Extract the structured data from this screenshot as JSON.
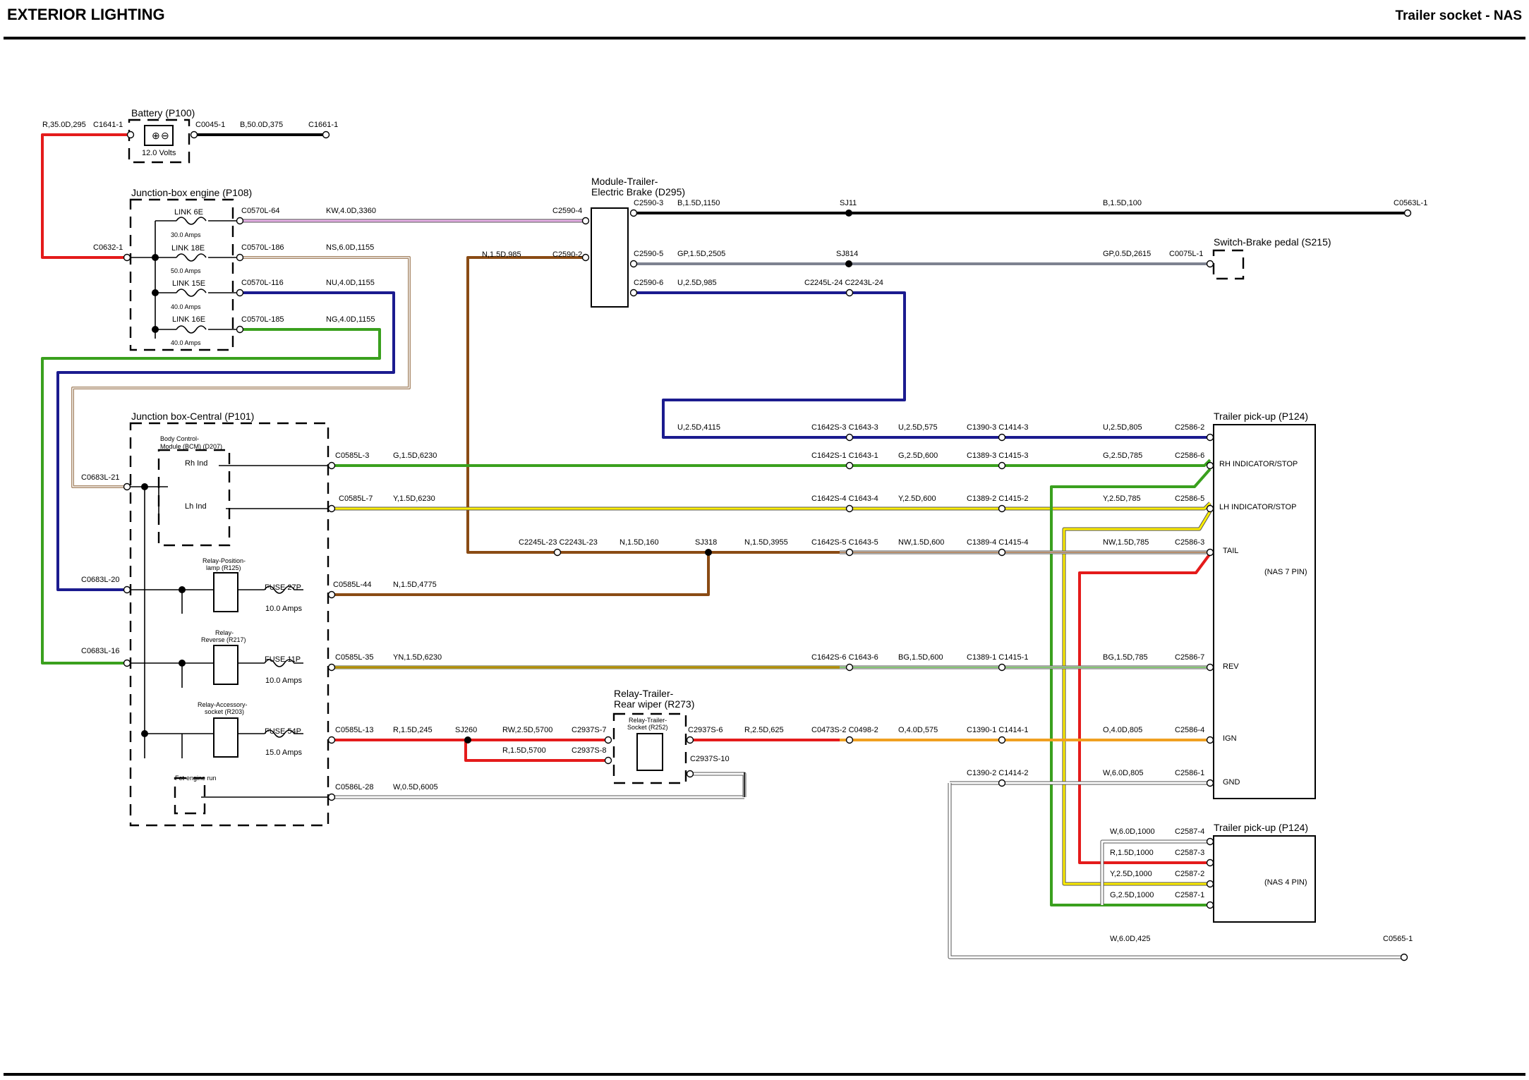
{
  "header": {
    "left": "EXTERIOR LIGHTING",
    "right": "Trailer socket - NAS"
  },
  "colors": {
    "red": "#e41b1b",
    "black": "#000000",
    "pink": "#e6b0e6",
    "brown": "#8a4b14",
    "tan": "#a88868",
    "navy": "#1b1b8f",
    "green": "#3aa01e",
    "yellow": "#ffee00",
    "grey": "#7d8290",
    "orange": "#f0a020",
    "white": "#ffffff"
  },
  "components": {
    "battery": "Battery (P100)",
    "battery_volts": "12.0 Volts",
    "jbe": "Junction-box engine (P108)",
    "jbc": "Junction box-Central (P101)",
    "bcm": [
      "Body Control-",
      "Module (BCM) (D207)"
    ],
    "rh_ind": "Rh Ind",
    "lh_ind": "Lh Ind",
    "relay_pos": [
      "Relay-Position-",
      "lamp (R125)"
    ],
    "relay_rev": [
      "Relay-",
      "Reverse (R217)"
    ],
    "relay_acc": [
      "Relay-Accessory-",
      "socket (R203)"
    ],
    "fet": "Fet-engine run",
    "module_brake": [
      "Module-Trailer-",
      "Electric Brake (D295)"
    ],
    "switch_brake": "Switch-Brake pedal (S215)",
    "relay_wiper": [
      "Relay-Trailer-",
      "Rear wiper (R273)"
    ],
    "relay_socket": [
      "Relay-Trailer-",
      "Socket (R252)"
    ],
    "trailer7": "Trailer pick-up (P124)",
    "trailer7_pins": [
      "RH INDICATOR/STOP",
      "LH INDICATOR/STOP",
      "TAIL",
      "REV",
      "IGN",
      "GND"
    ],
    "trailer7_type": "(NAS 7 PIN)",
    "trailer4": "Trailer pick-up (P124)",
    "trailer4_type": "(NAS 4 PIN)"
  },
  "fuses": [
    {
      "name": "LINK 6E",
      "rating": "30.0 Amps"
    },
    {
      "name": "LINK 18E",
      "rating": "50.0 Amps"
    },
    {
      "name": "LINK 15E",
      "rating": "40.0 Amps"
    },
    {
      "name": "LINK 16E",
      "rating": "40.0 Amps"
    },
    {
      "name": "FUSE 27P",
      "rating": "10.0 Amps"
    },
    {
      "name": "FUSE 11P",
      "rating": "10.0 Amps"
    },
    {
      "name": "FUSE 54P",
      "rating": "15.0 Amps"
    }
  ],
  "labels": [
    {
      "id": "l1",
      "text": "R,35.0D,295"
    },
    {
      "id": "l2",
      "text": "C1641-1"
    },
    {
      "id": "l3",
      "text": "C0045-1"
    },
    {
      "id": "l4",
      "text": "B,50.0D,375"
    },
    {
      "id": "l5",
      "text": "C1661-1"
    },
    {
      "id": "l6",
      "text": "C0632-1"
    },
    {
      "id": "l7",
      "text": "C0570L-64"
    },
    {
      "id": "l8",
      "text": "KW,4.0D,3360"
    },
    {
      "id": "l9",
      "text": "C0570L-186"
    },
    {
      "id": "l10",
      "text": "NS,6.0D,1155"
    },
    {
      "id": "l11",
      "text": "C0570L-116"
    },
    {
      "id": "l12",
      "text": "NU,4.0D,1155"
    },
    {
      "id": "l13",
      "text": "C0570L-185"
    },
    {
      "id": "l14",
      "text": "NG,4.0D,1155"
    },
    {
      "id": "l15",
      "text": "C2590-4"
    },
    {
      "id": "l16",
      "text": "N,1.5D,985"
    },
    {
      "id": "l17",
      "text": "C2590-2"
    },
    {
      "id": "l18",
      "text": "C2590-3"
    },
    {
      "id": "l19",
      "text": "B,1.5D,1150"
    },
    {
      "id": "l20",
      "text": "SJ11"
    },
    {
      "id": "l21",
      "text": "B,1.5D,100"
    },
    {
      "id": "l22",
      "text": "C0563L-1"
    },
    {
      "id": "l23",
      "text": "C2590-5"
    },
    {
      "id": "l24",
      "text": "GP,1.5D,2505"
    },
    {
      "id": "l25",
      "text": "SJ814"
    },
    {
      "id": "l26",
      "text": "GP,0.5D,2615"
    },
    {
      "id": "l27",
      "text": "C0075L-1"
    },
    {
      "id": "l28",
      "text": "C2590-6"
    },
    {
      "id": "l29",
      "text": "U,2.5D,985"
    },
    {
      "id": "l30",
      "text": "C2245L-24 C2243L-24"
    },
    {
      "id": "l31",
      "text": "U,2.5D,4115"
    },
    {
      "id": "l32",
      "text": "C1642S-3 C1643-3"
    },
    {
      "id": "l33",
      "text": "U,2.5D,575"
    },
    {
      "id": "l34",
      "text": "C1390-3 C1414-3"
    },
    {
      "id": "l35",
      "text": "U,2.5D,805"
    },
    {
      "id": "l36",
      "text": "C2586-2"
    },
    {
      "id": "l37",
      "text": "C0683L-21"
    },
    {
      "id": "l38",
      "text": "C0585L-3"
    },
    {
      "id": "l39",
      "text": "G,1.5D,6230"
    },
    {
      "id": "l40",
      "text": "C1642S-1 C1643-1"
    },
    {
      "id": "l41",
      "text": "G,2.5D,600"
    },
    {
      "id": "l42",
      "text": "C1389-3 C1415-3"
    },
    {
      "id": "l43",
      "text": "G,2.5D,785"
    },
    {
      "id": "l44",
      "text": "C2586-6"
    },
    {
      "id": "l45",
      "text": "C0585L-7"
    },
    {
      "id": "l46",
      "text": "Y,1.5D,6230"
    },
    {
      "id": "l47",
      "text": "C1642S-4 C1643-4"
    },
    {
      "id": "l48",
      "text": "Y,2.5D,600"
    },
    {
      "id": "l49",
      "text": "C1389-2 C1415-2"
    },
    {
      "id": "l50",
      "text": "Y,2.5D,785"
    },
    {
      "id": "l51",
      "text": "C2586-5"
    },
    {
      "id": "l52",
      "text": "C2245L-23 C2243L-23"
    },
    {
      "id": "l53",
      "text": "N,1.5D,160"
    },
    {
      "id": "l54",
      "text": "SJ318"
    },
    {
      "id": "l55",
      "text": "N,1.5D,3955"
    },
    {
      "id": "l56",
      "text": "C1642S-5 C1643-5"
    },
    {
      "id": "l57",
      "text": "NW,1.5D,600"
    },
    {
      "id": "l58",
      "text": "C1389-4 C1415-4"
    },
    {
      "id": "l59",
      "text": "NW,1.5D,785"
    },
    {
      "id": "l60",
      "text": "C2586-3"
    },
    {
      "id": "l61",
      "text": "C0683L-20"
    },
    {
      "id": "l62",
      "text": "C0585L-44"
    },
    {
      "id": "l63",
      "text": "N,1.5D,4775"
    },
    {
      "id": "l64",
      "text": "C0683L-16"
    },
    {
      "id": "l65",
      "text": "C0585L-35"
    },
    {
      "id": "l66",
      "text": "YN,1.5D,6230"
    },
    {
      "id": "l67",
      "text": "C1642S-6 C1643-6"
    },
    {
      "id": "l68",
      "text": "BG,1.5D,600"
    },
    {
      "id": "l69",
      "text": "C1389-1 C1415-1"
    },
    {
      "id": "l70",
      "text": "BG,1.5D,785"
    },
    {
      "id": "l71",
      "text": "C2586-7"
    },
    {
      "id": "l72",
      "text": "C0585L-13"
    },
    {
      "id": "l73",
      "text": "R,1.5D,245"
    },
    {
      "id": "l74",
      "text": "SJ260"
    },
    {
      "id": "l75",
      "text": "RW,2.5D,5700"
    },
    {
      "id": "l76",
      "text": "C2937S-7"
    },
    {
      "id": "l77",
      "text": "R,1.5D,5700"
    },
    {
      "id": "l78",
      "text": "C2937S-8"
    },
    {
      "id": "l79",
      "text": "C2937S-6"
    },
    {
      "id": "l80",
      "text": "R,2.5D,625"
    },
    {
      "id": "l81",
      "text": "C0473S-2 C0498-2"
    },
    {
      "id": "l82",
      "text": "O,4.0D,575"
    },
    {
      "id": "l83",
      "text": "C1390-1 C1414-1"
    },
    {
      "id": "l84",
      "text": "O,4.0D,805"
    },
    {
      "id": "l85",
      "text": "C2586-4"
    },
    {
      "id": "l86",
      "text": "C2937S-10"
    },
    {
      "id": "l87",
      "text": "C0586L-28"
    },
    {
      "id": "l88",
      "text": "W,0.5D,6005"
    },
    {
      "id": "l89",
      "text": "C1390-2 C1414-2"
    },
    {
      "id": "l90",
      "text": "W,6.0D,805"
    },
    {
      "id": "l91",
      "text": "C2586-1"
    },
    {
      "id": "l92",
      "text": "W,6.0D,1000"
    },
    {
      "id": "l93",
      "text": "C2587-4"
    },
    {
      "id": "l94",
      "text": "R,1.5D,1000"
    },
    {
      "id": "l95",
      "text": "C2587-3"
    },
    {
      "id": "l96",
      "text": "Y,2.5D,1000"
    },
    {
      "id": "l97",
      "text": "C2587-2"
    },
    {
      "id": "l98",
      "text": "G,2.5D,1000"
    },
    {
      "id": "l99",
      "text": "C2587-1"
    },
    {
      "id": "l100",
      "text": "W,6.0D,425"
    },
    {
      "id": "l101",
      "text": "C0565-1"
    }
  ]
}
